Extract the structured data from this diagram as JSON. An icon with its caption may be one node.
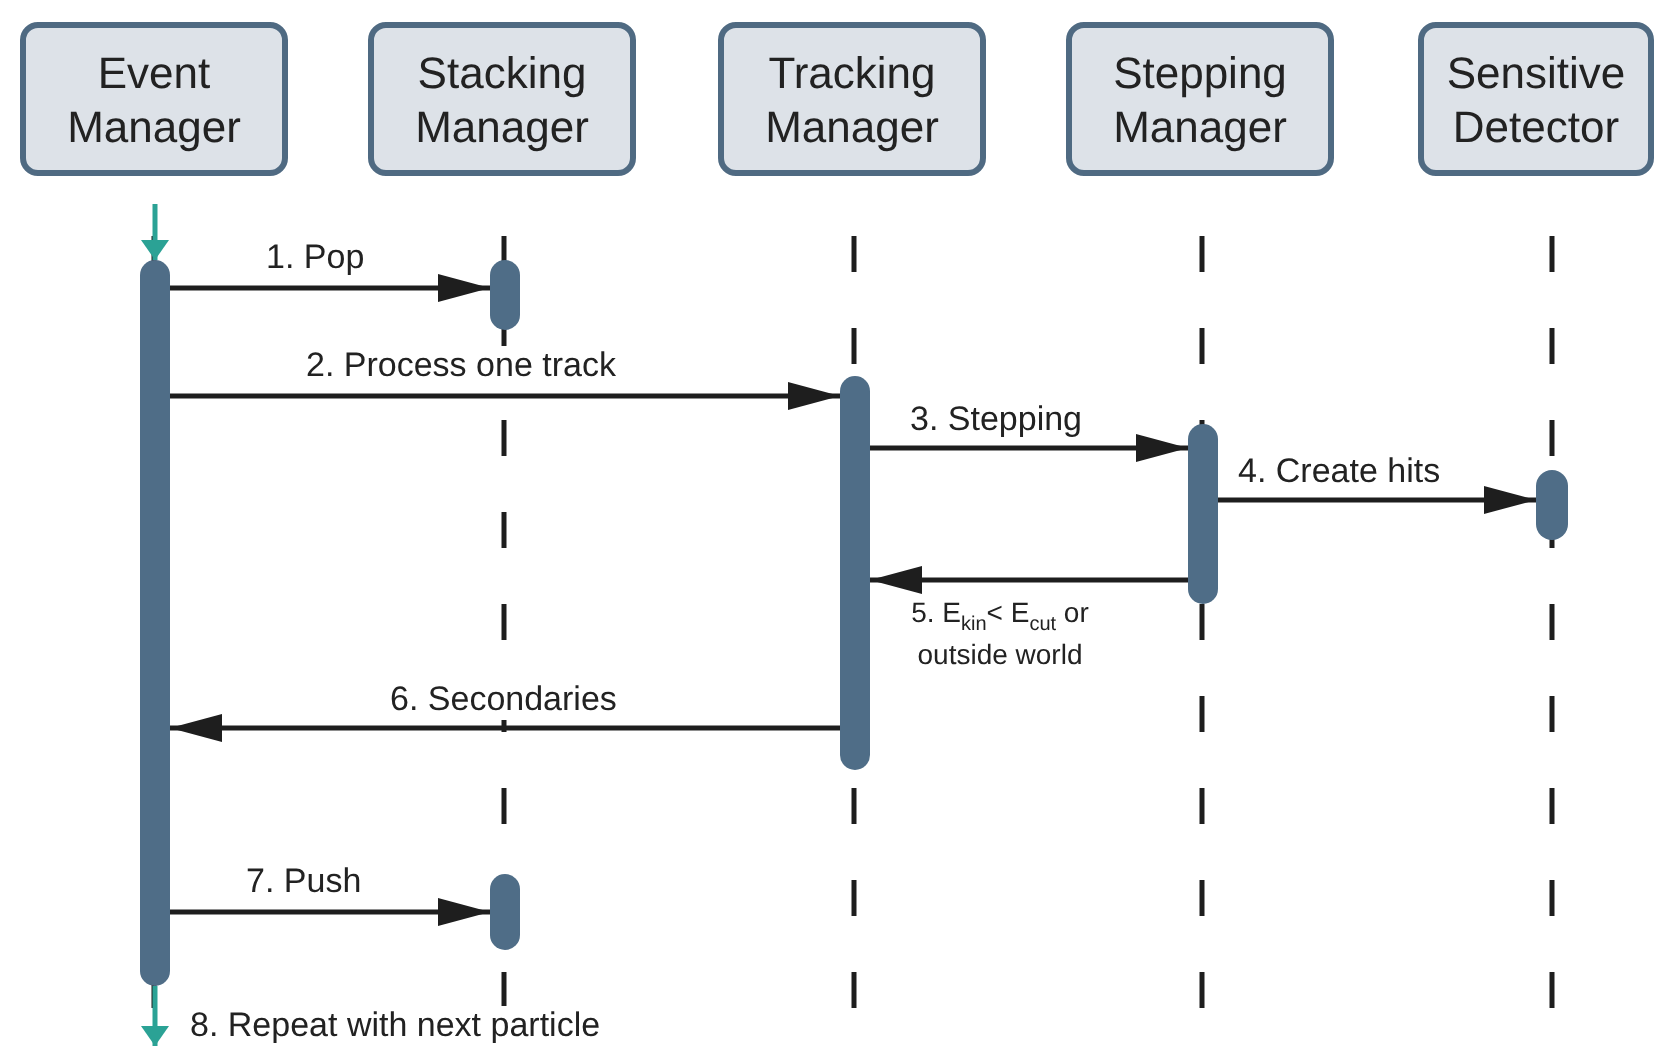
{
  "diagram": {
    "nodes": [
      {
        "text": [
          "Event Manager"
        ]
      },
      {
        "text": [
          "Stacking Manager"
        ]
      },
      {
        "text": [
          "Tracking Manager"
        ]
      },
      {
        "text": [
          "Stepping Manager"
        ]
      },
      {
        "text": [
          "Sensitive Detector"
        ]
      },
      {
        "text": [],
        "shape": "bar"
      },
      {
        "text": [],
        "shape": "bar"
      },
      {
        "text": [],
        "shape": "bar"
      },
      {
        "text": [],
        "shape": "bar"
      },
      {
        "text": [],
        "shape": "bar"
      },
      {
        "text": [],
        "shape": "bar"
      }
    ],
    "edges": [
      {
        "from": null,
        "to": 5,
        "arrow": "to",
        "color": "#2ba295"
      },
      {
        "from": 5,
        "to": 6,
        "arrow": "to",
        "label": "1. Pop"
      },
      {
        "from": 5,
        "to": 7,
        "arrow": "to",
        "label": "2. Process one track"
      },
      {
        "from": 7,
        "to": 8,
        "arrow": "to",
        "label": "3. Stepping"
      },
      {
        "from": 8,
        "to": 9,
        "arrow": "to",
        "label": "4. Create hits"
      },
      {
        "from": 8,
        "to": 7,
        "arrow": "to",
        "label": "5. E$_{kin}$< E$_{cut}$ or outside world"
      },
      {
        "from": 7,
        "to": 5,
        "arrow": "to",
        "label": "6. Secondaries"
      },
      {
        "from": 5,
        "to": 10,
        "arrow": "to",
        "label": "7. Push"
      },
      {
        "from": 5,
        "to": null,
        "arrow": "to",
        "color": "#2ba295",
        "label": "8. Repeat with next particle"
      }
    ]
  }
}
